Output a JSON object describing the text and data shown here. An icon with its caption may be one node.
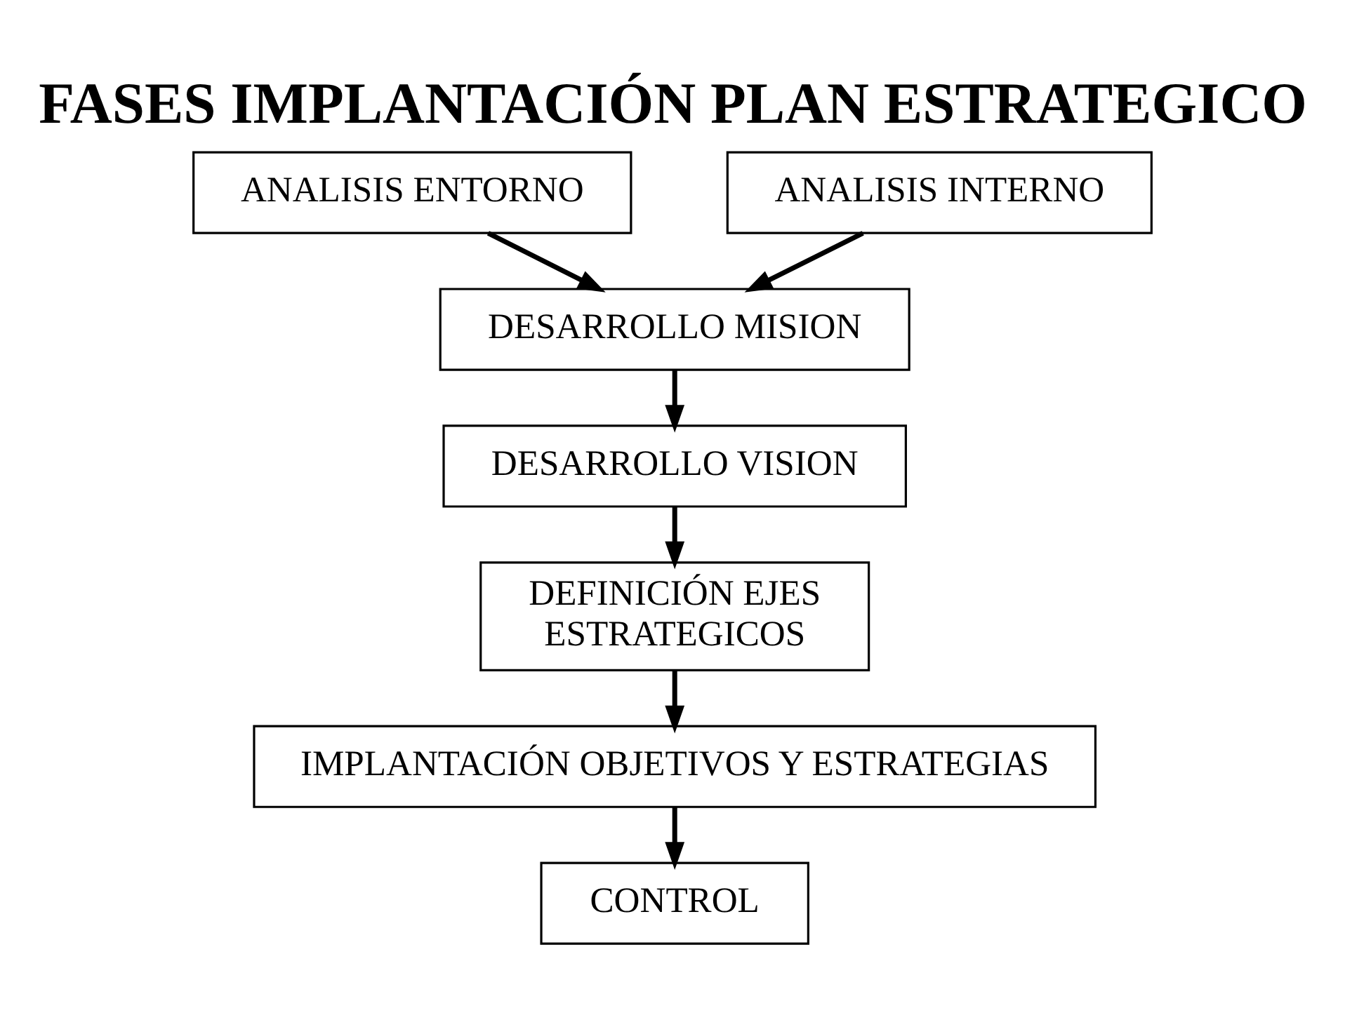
{
  "diagram": {
    "title": "FASES IMPLANTACIÓN PLAN ESTRATEGICO",
    "nodes": [
      {
        "text": [
          "ANALISIS ENTORNO"
        ]
      },
      {
        "text": [
          "ANALISIS INTERNO"
        ]
      },
      {
        "text": [
          "DESARROLLO MISION"
        ]
      },
      {
        "text": [
          "DESARROLLO VISION"
        ]
      },
      {
        "text": [
          "DEFINICIÓN EJES ESTRATEGICOS"
        ]
      },
      {
        "text": [
          "IMPLANTACIÓN OBJETIVOS Y ESTRATEGIAS"
        ]
      },
      {
        "text": [
          "CONTROL"
        ]
      }
    ],
    "edges": [
      {
        "from": 0,
        "to": 2,
        "arrow": "to"
      },
      {
        "from": 1,
        "to": 2,
        "arrow": "to"
      },
      {
        "from": 2,
        "to": 3,
        "arrow": "to"
      },
      {
        "from": 3,
        "to": 4,
        "arrow": "to"
      },
      {
        "from": 4,
        "to": 5,
        "arrow": "to"
      },
      {
        "from": 5,
        "to": 6,
        "arrow": "to"
      }
    ]
  }
}
